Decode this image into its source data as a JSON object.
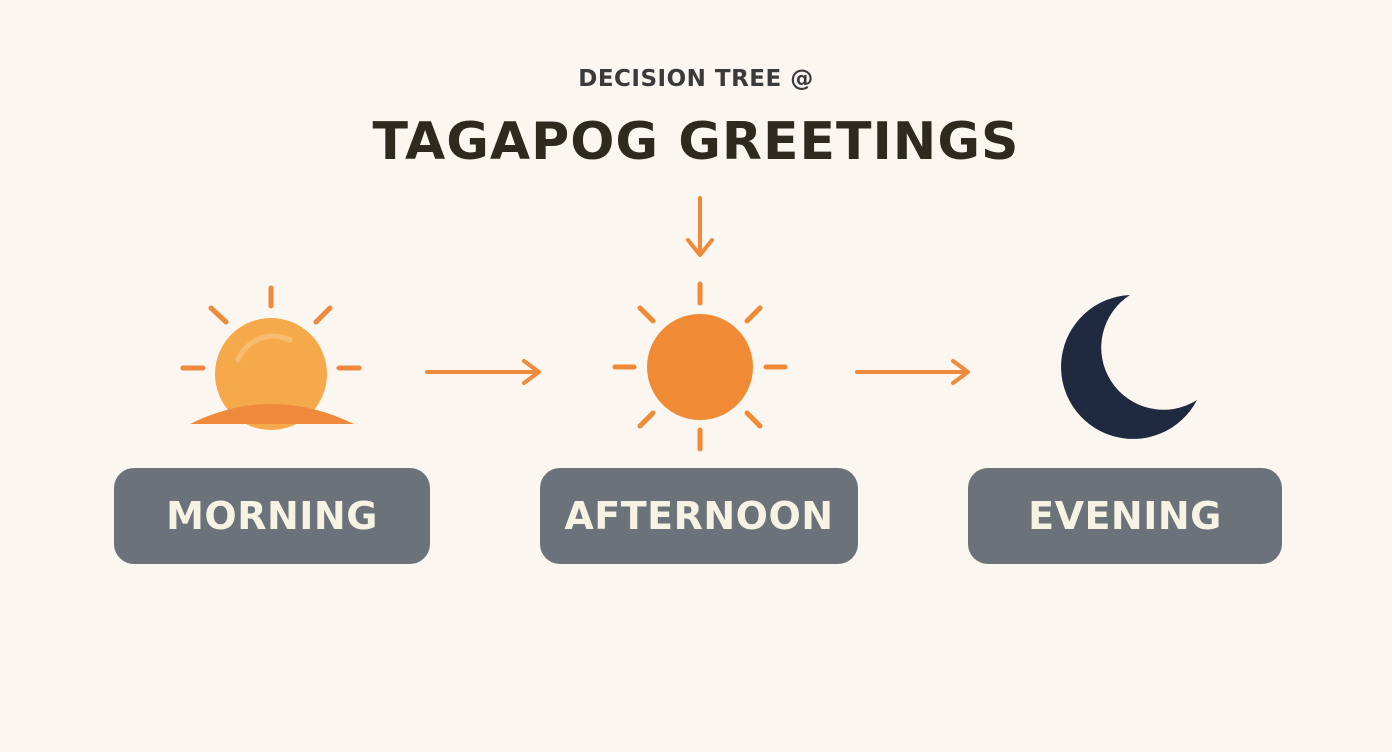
{
  "header": {
    "subtitle": "DECISION TREE @",
    "title": "TAGAPOG GREETINGS"
  },
  "nodes": [
    {
      "label": "MORNING",
      "icon": "sunrise-icon"
    },
    {
      "label": "AFTERNOON",
      "icon": "sun-icon"
    },
    {
      "label": "EVENING",
      "icon": "moon-icon"
    }
  ],
  "colors": {
    "background": "#fcf6f0",
    "arrow": "#ef8a3c",
    "sunrise_disc": "#f5a94a",
    "sunrise_horizon": "#ef8a3c",
    "sun": "#f18a35",
    "moon": "#1f2a40",
    "label_box": "#6b727a",
    "label_text": "#f6f2e4",
    "title_text": "#2e2a20",
    "subtitle_text": "#3a3a3a"
  }
}
